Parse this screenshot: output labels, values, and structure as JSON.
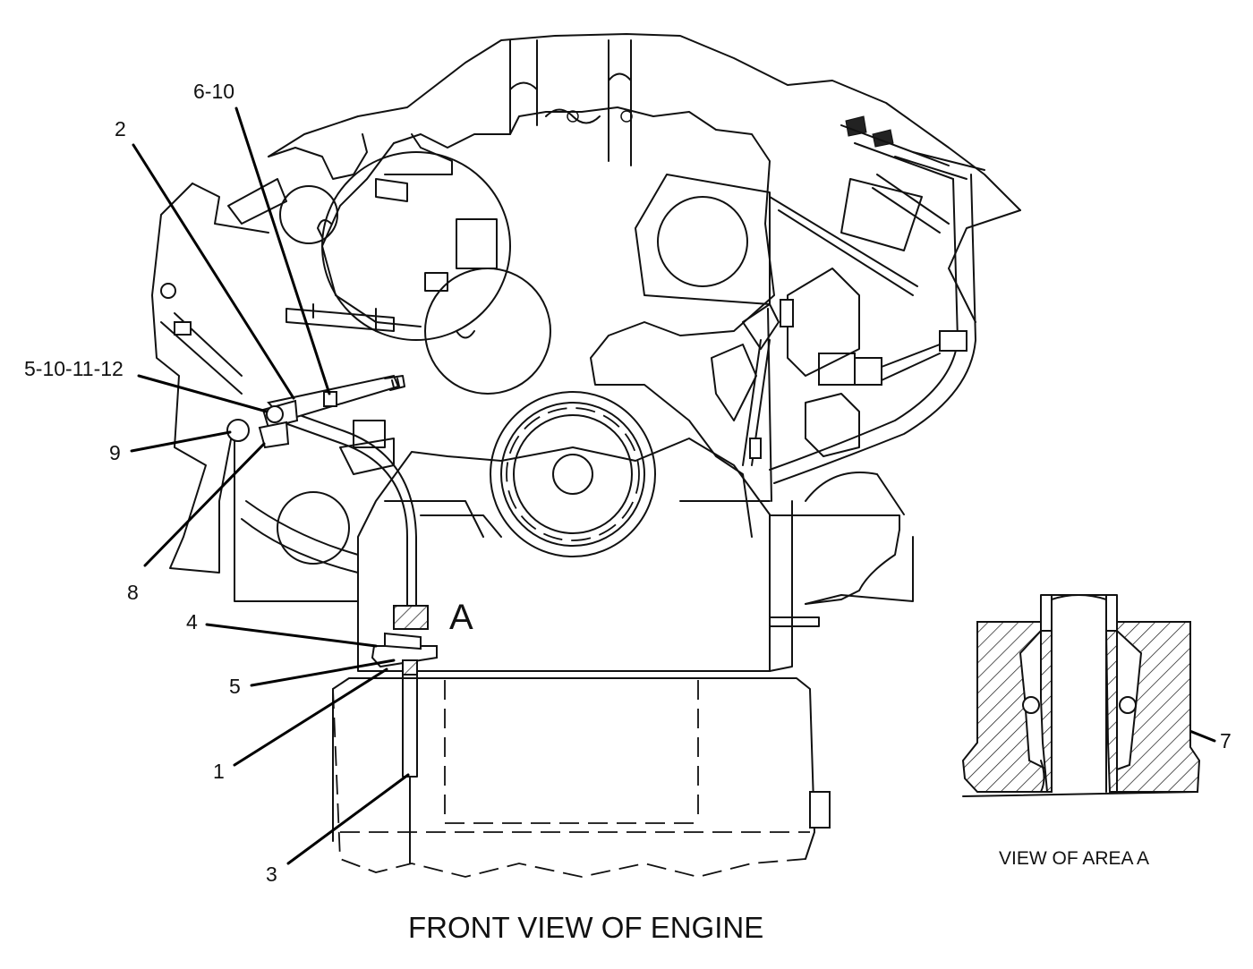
{
  "diagram": {
    "title": "FRONT VIEW OF ENGINE",
    "detail_caption": "VIEW OF AREA  A",
    "area_marker": "A",
    "callouts": {
      "c_6_10": "6-10",
      "c_2": "2",
      "c_5_10_11_12": "5-10-11-12",
      "c_9": "9",
      "c_8": "8",
      "c_4": "4",
      "c_5": "5",
      "c_1": "1",
      "c_3": "3",
      "c_7": "7"
    }
  }
}
